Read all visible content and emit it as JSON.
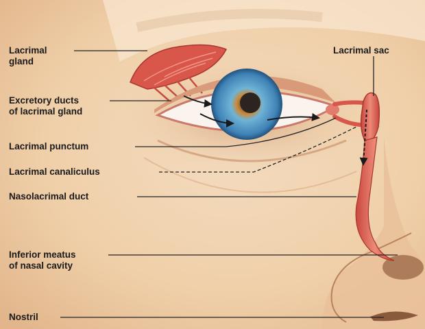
{
  "labels": {
    "lacrimal_gland": [
      "Lacrimal",
      "gland"
    ],
    "excretory_ducts": [
      "Excretory ducts",
      "of lacrimal gland"
    ],
    "lacrimal_punctum": "Lacrimal punctum",
    "lacrimal_canaliculus": "Lacrimal canaliculus",
    "nasolacrimal_duct": "Nasolacrimal duct",
    "inferior_meatus": [
      "Inferior meatus",
      "of nasal cavity"
    ],
    "nostril": "Nostril",
    "lacrimal_sac": "Lacrimal sac"
  },
  "colors": {
    "skin": "#f0d3ae",
    "skin_shadow": "#d9a97d",
    "gland_red": "#d8574a",
    "duct_red": "#e07565",
    "iris_blue": "#4f8fbf",
    "leader_line": "#222222"
  }
}
